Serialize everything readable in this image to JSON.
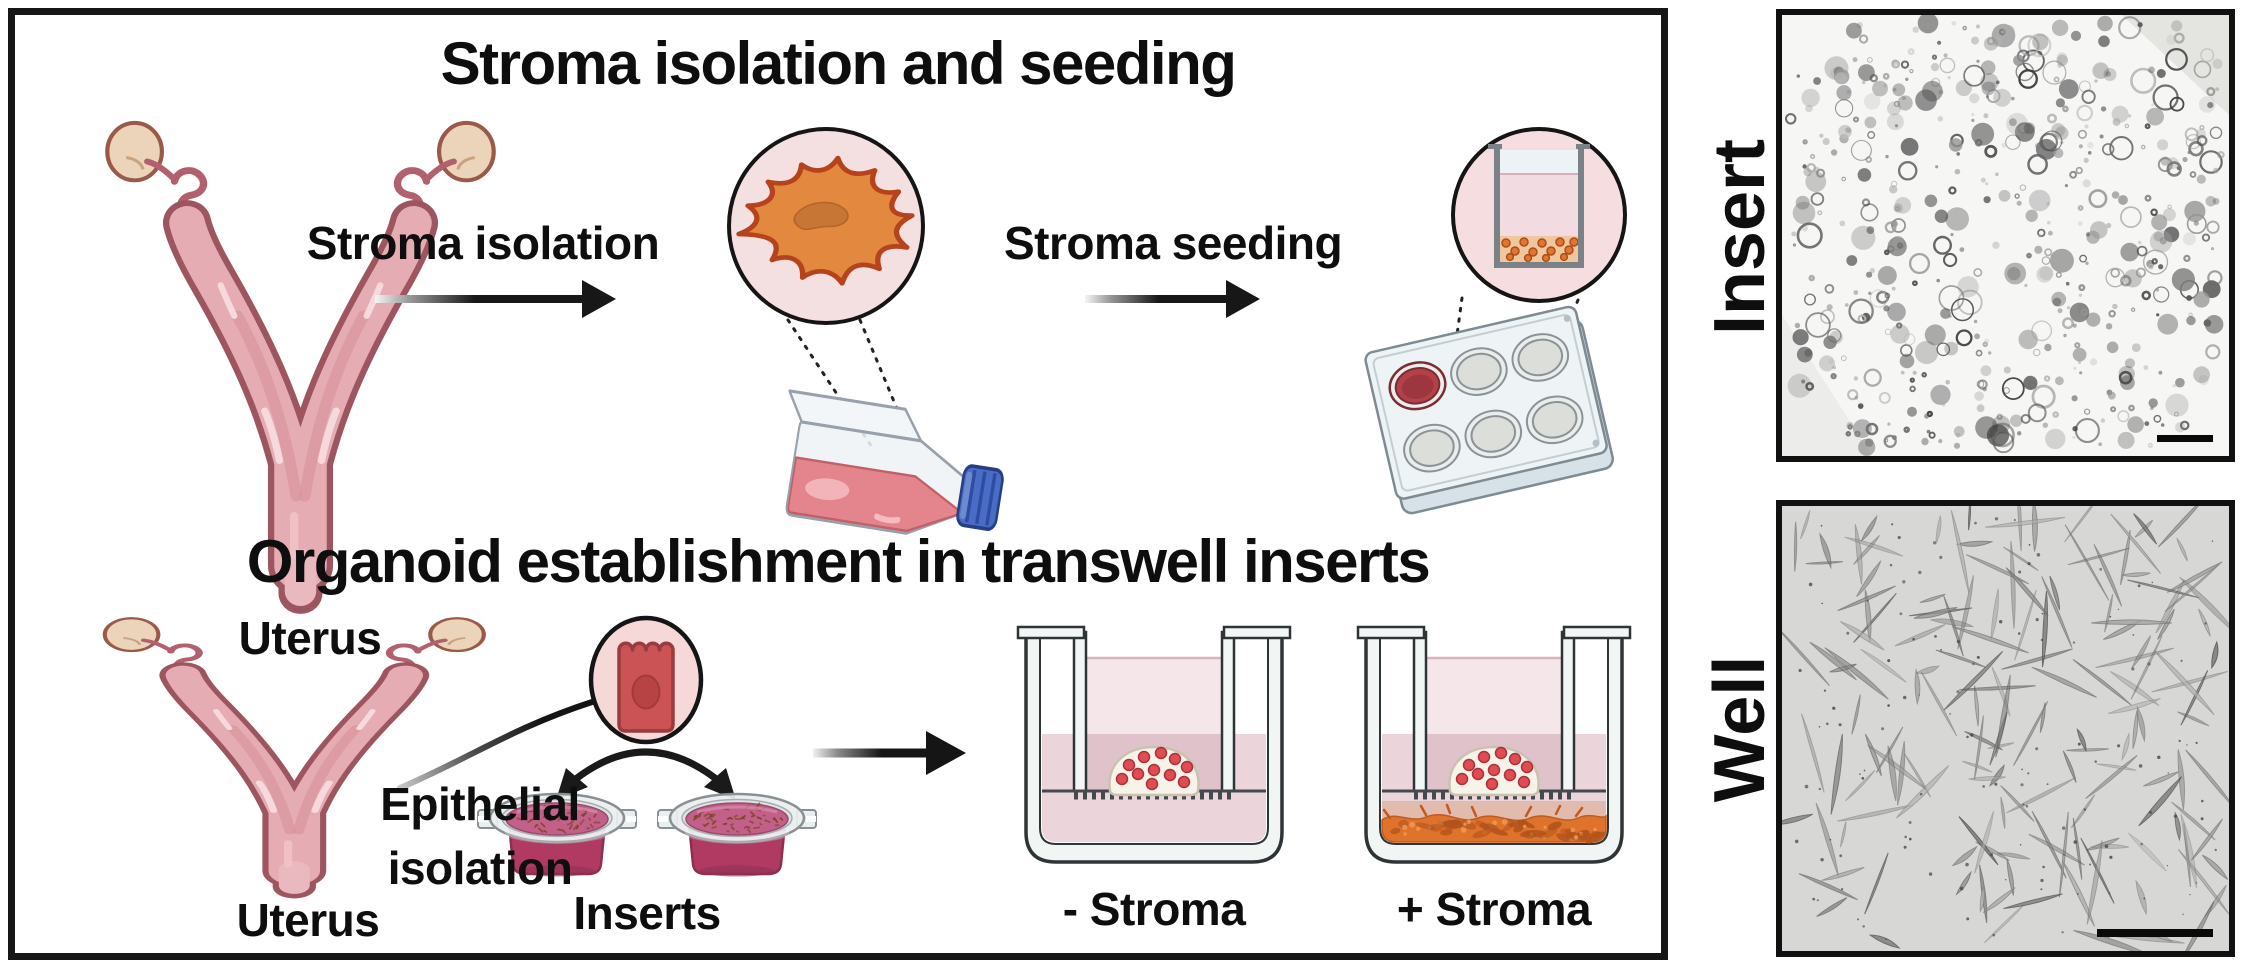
{
  "figure": {
    "titles": {
      "stroma_section": "Stroma isolation and seeding",
      "organoid_section": "Organoid establishment in transwell inserts"
    },
    "steps": {
      "stroma_isolation": "Stroma isolation",
      "stroma_seeding": "Stroma seeding",
      "epithelial_isolation": [
        "Epithelial",
        "isolation"
      ]
    },
    "labels": {
      "uterus_top": "Uterus",
      "uterus_bottom": "Uterus",
      "inserts": "Inserts",
      "minus_stroma": "- Stroma",
      "plus_stroma": "+ Stroma"
    },
    "micrographs": [
      {
        "label": "Insert",
        "particles": 660
      },
      {
        "label": "Well",
        "cells": 165,
        "debris": 130
      }
    ],
    "dish_speck_count": 46,
    "stroma_layer_cell_count": 34,
    "colors": {
      "panel_border": "#161616",
      "text": "#0e0e0e",
      "stroma_cell_orange": "#E2883F",
      "stroma_layer_orange": "#E0732C",
      "outer_media_pink": "#EBD5DA",
      "zoom_circle_pink": "#F6DEE0",
      "insert_media_magenta": "#C2608A",
      "insert_body_magenta": "#B03A62",
      "flask_media_pink": "#E4858D",
      "flask_cap_blue": "#4A6CC4",
      "six_well_red": "#B44049",
      "organoid_dot_red": "#E14B51",
      "uterus_pink": "#E5ACB3"
    }
  }
}
